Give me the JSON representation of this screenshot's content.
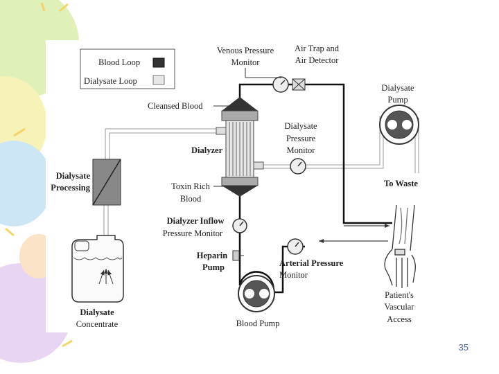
{
  "legend": {
    "blood_loop": "Blood Loop",
    "dialysate_loop": "Dialysate Loop"
  },
  "labels": {
    "venous_pressure_monitor": [
      "Venous Pressure",
      "Monitor"
    ],
    "air_trap": [
      "Air Trap and",
      "Air Detector"
    ],
    "dialysate_pump": [
      "Dialysate",
      "Pump"
    ],
    "cleansed_blood": "Cleansed Blood",
    "dialysate_pressure_monitor": [
      "Dialysate",
      "Pressure",
      "Monitor"
    ],
    "dialyzer": "Dialyzer",
    "dialysate_processing": [
      "Dialysate",
      "Processing"
    ],
    "toxin_rich_blood": [
      "Toxin Rich",
      "Blood"
    ],
    "to_waste": "To Waste",
    "dialyzer_inflow_monitor": [
      "Dialyzer Inflow",
      "Pressure Monitor"
    ],
    "heparin_pump": [
      "Heparin",
      "Pump"
    ],
    "arterial_pressure_monitor": [
      "Arterial Pressure",
      "Monitor"
    ],
    "patient_access": [
      "Patient's",
      "Vascular",
      "Access"
    ],
    "dialysate_concentrate": [
      "Dialysate",
      "Concentrate"
    ],
    "blood_pump": "Blood Pump"
  },
  "colors": {
    "blood_loop": "#111111",
    "dialysate_loop": "#d9d9d9",
    "slide_number": "#4a64a8"
  },
  "slide_number": "35"
}
